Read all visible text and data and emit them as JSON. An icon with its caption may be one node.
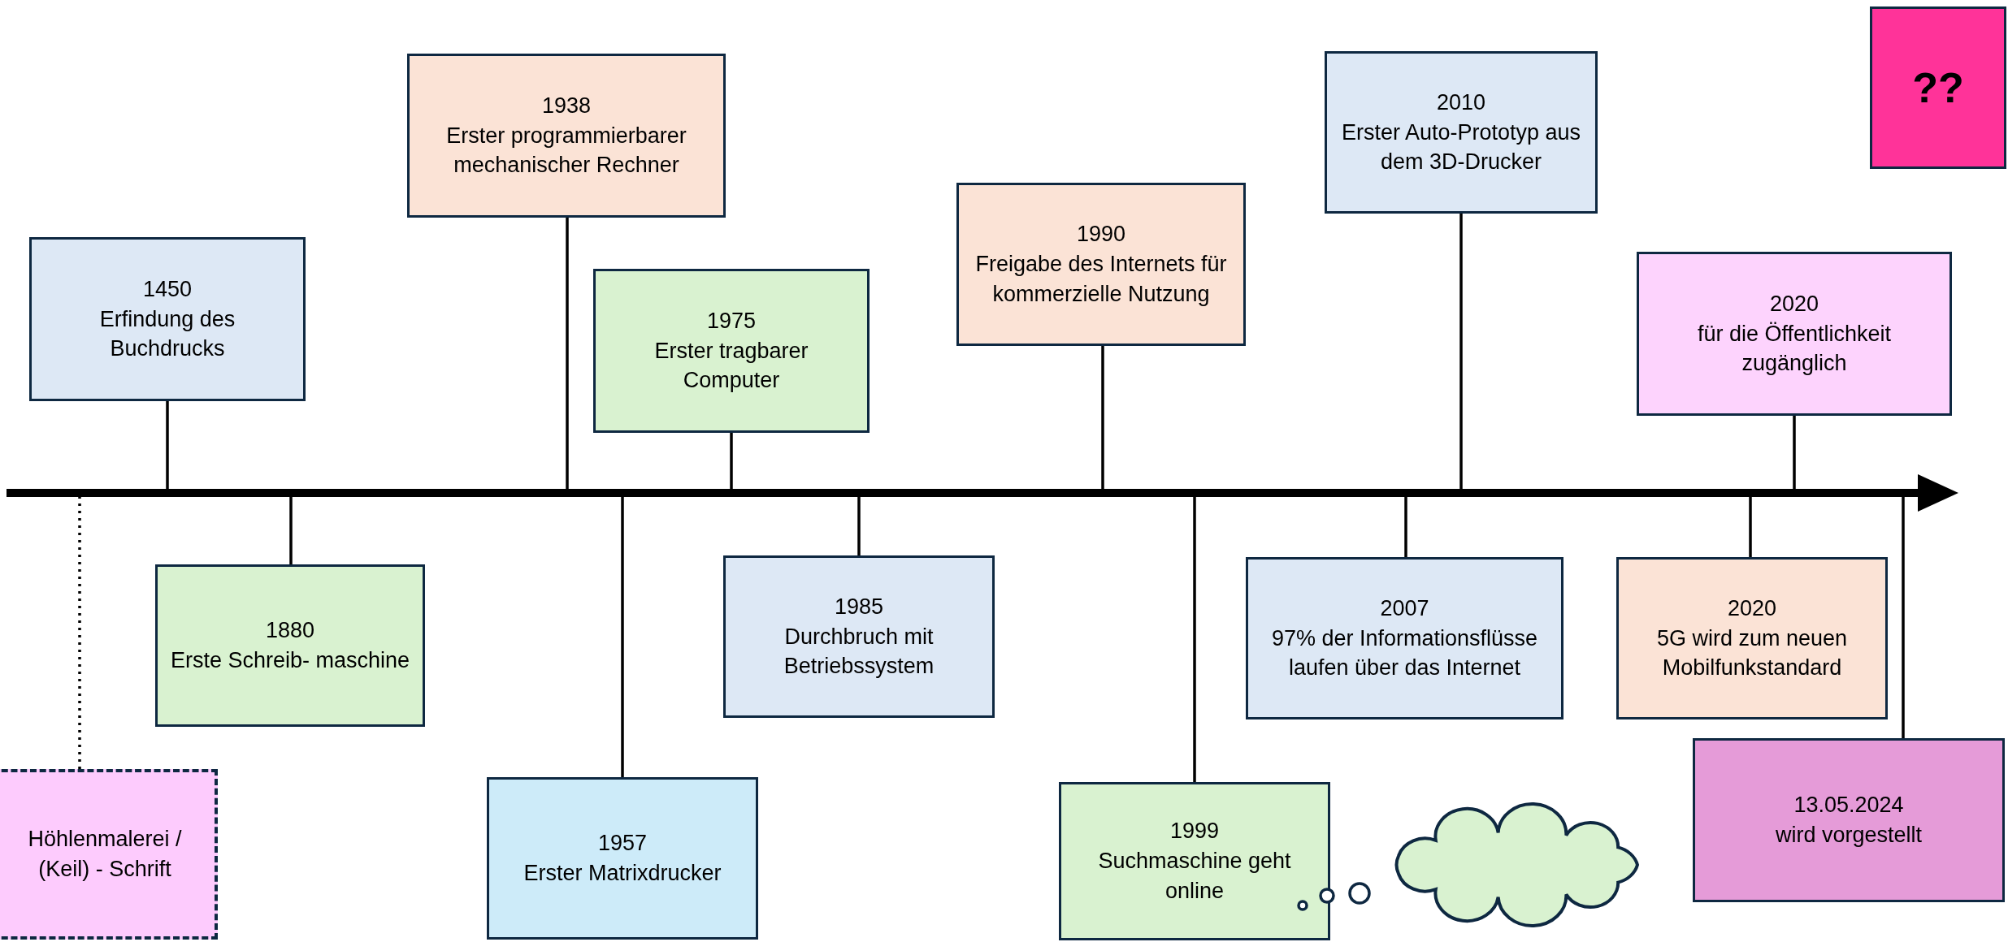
{
  "diagram": {
    "nodes": [
      {
        "text": [
          "1450",
          "Erfindung des Buchdrucks"
        ]
      },
      {
        "text": [
          "1938",
          "Erster programmierbarer mechanischer Rechner"
        ]
      },
      {
        "text": [
          "1975",
          "Erster tragbarer Computer"
        ]
      },
      {
        "text": [
          "1990",
          "Freigabe des Internets für kommerzielle Nutzung"
        ]
      },
      {
        "text": [
          "2010",
          "Erster Auto-Prototyp aus dem 3D-Drucker"
        ]
      },
      {
        "text": [
          "2020",
          "für die Öffentlichkeit zugänglich"
        ]
      },
      {
        "text": [
          "??"
        ]
      },
      {
        "text": [
          "1880",
          "Erste Schreib- maschine"
        ]
      },
      {
        "text": [
          "1957",
          "Erster Matrixdrucker"
        ]
      },
      {
        "text": [
          "1985",
          "Durchbruch mit Betriebssystem"
        ]
      },
      {
        "text": [
          "1999",
          "Suchmaschine geht online"
        ]
      },
      {
        "text": [
          "2007",
          "97% der Informationsflüsse laufen über das Internet"
        ]
      },
      {
        "text": [
          "2020",
          "5G wird zum neuen Mobilfunkstandard"
        ]
      },
      {
        "text": [
          "13.05.2024",
          "wird vorgestellt"
        ]
      },
      {
        "text": [
          "Höhlenmalerei / (Keil) - Schrift"
        ]
      },
      {
        "text": [],
        "shape": "cloud"
      }
    ],
    "edges": [
      {
        "from": 0,
        "to": null,
        "arrow": "none"
      },
      {
        "from": 1,
        "to": null,
        "arrow": "none"
      },
      {
        "from": 2,
        "to": null,
        "arrow": "none"
      },
      {
        "from": 3,
        "to": null,
        "arrow": "none"
      },
      {
        "from": 4,
        "to": null,
        "arrow": "none"
      },
      {
        "from": 5,
        "to": null,
        "arrow": "none"
      },
      {
        "from": 7,
        "to": null,
        "arrow": "none"
      },
      {
        "from": 8,
        "to": null,
        "arrow": "none"
      },
      {
        "from": 9,
        "to": null,
        "arrow": "none"
      },
      {
        "from": 10,
        "to": null,
        "arrow": "none"
      },
      {
        "from": 11,
        "to": null,
        "arrow": "none"
      },
      {
        "from": 12,
        "to": null,
        "arrow": "none"
      },
      {
        "from": 13,
        "to": null,
        "arrow": "none"
      },
      {
        "from": 14,
        "to": null,
        "arrow": "none",
        "style": "dashed"
      }
    ]
  }
}
